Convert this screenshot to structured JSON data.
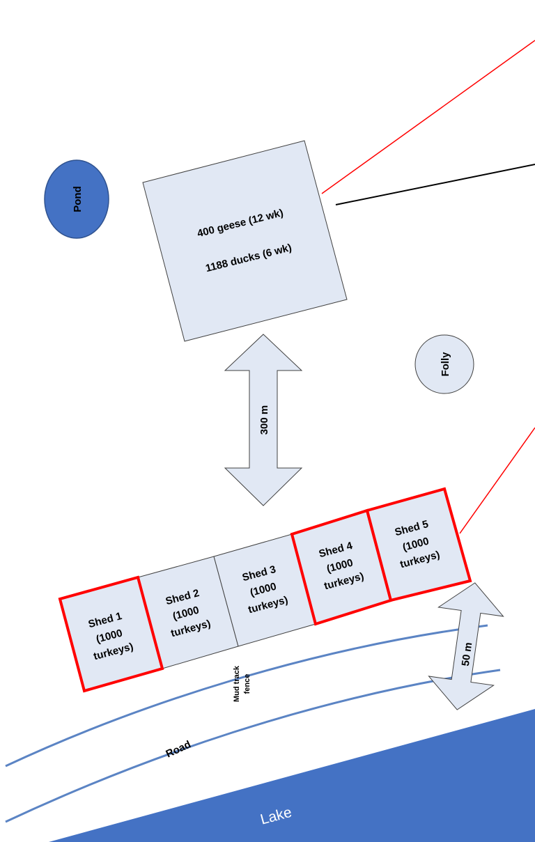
{
  "pond": {
    "label": "Pond",
    "color": "#4472C4"
  },
  "waterfowl_shed": {
    "line1": "400 geese (12 wk)",
    "line2": "1188 ducks (6 wk)",
    "fill": "#E1E8F4"
  },
  "folly": {
    "label": "Folly"
  },
  "distance_300": {
    "label": "300 m"
  },
  "distance_50": {
    "label": "50 m"
  },
  "sheds": [
    {
      "name": "Shed 1",
      "count": "(1000",
      "unit": "turkeys)",
      "highlighted": true
    },
    {
      "name": "Shed 2",
      "count": "(1000",
      "unit": "turkeys)",
      "highlighted": false
    },
    {
      "name": "Shed 3",
      "count": "(1000",
      "unit": "turkeys)",
      "highlighted": false
    },
    {
      "name": "Shed 4",
      "count": "(1000",
      "unit": "turkeys)",
      "highlighted": true
    },
    {
      "name": "Shed 5",
      "count": "(1000",
      "unit": "turkeys)",
      "highlighted": true
    }
  ],
  "mud_track": {
    "line1": "Mud track",
    "line2": "fence"
  },
  "road": {
    "label": "Road",
    "color": "#5B84C4"
  },
  "lake": {
    "label": "Lake",
    "color": "#4472C4"
  },
  "colors": {
    "highlight": "#FF0000",
    "outline": "#404040",
    "lines": "#FF0000"
  }
}
